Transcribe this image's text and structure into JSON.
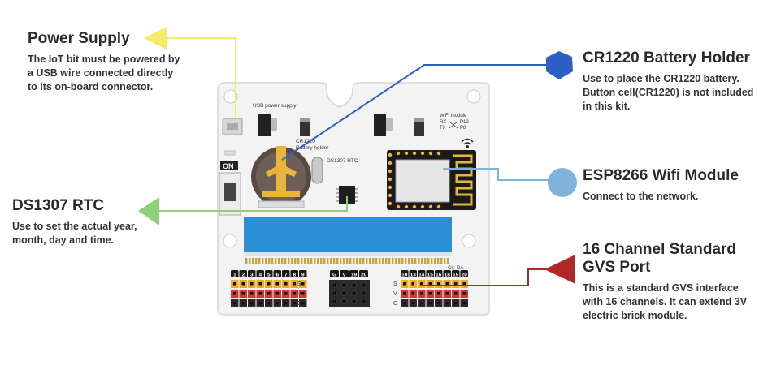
{
  "callouts": {
    "power_supply": {
      "title": "Power Supply",
      "description": "The IoT bit must be powered by\na USB wire connected directly\nto its on-board connector.",
      "color": "#f5ea6a"
    },
    "cr1220": {
      "title": "CR1220 Battery Holder",
      "description": "Use to place the CR1220 battery.\nButton cell(CR1220) is not included\nin this kit.",
      "color": "#2d5fc4"
    },
    "esp8266": {
      "title": "ESP8266 Wifi Module",
      "description": "Connect to the network.",
      "color": "#7fb3d9"
    },
    "ds1307": {
      "title": "DS1307 RTC",
      "description": "Use to set the actual year,\nmonth, day and time.",
      "color": "#8fd07a"
    },
    "gvs": {
      "title": "16 Channel Standard\nGVS Port",
      "description": "This is a standard GVS interface\nwith 16 channels. It can extend 3V\nelectric brick module.",
      "color": "#b0282a"
    }
  },
  "board_labels": {
    "usb": "USB power supply",
    "on_switch": "ON",
    "battery_holder": "CR1220\nBattery holder",
    "rtc": "DS1307 RTC",
    "wifi_module": "WiFi module",
    "rx": "RX",
    "tx": "TX",
    "p12": "P12",
    "p8": "P8",
    "pins_left": [
      "1",
      "2",
      "3",
      "4",
      "5",
      "6",
      "7",
      "8",
      "9"
    ],
    "pins_mid": [
      "G",
      "V",
      "19",
      "20"
    ],
    "pins_right": [
      "10",
      "13",
      "14",
      "15",
      "16",
      "18",
      "19",
      "20"
    ],
    "row_s": "S",
    "row_v": "V",
    "row_g": "G",
    "cl": "CL",
    "da": "DA"
  }
}
